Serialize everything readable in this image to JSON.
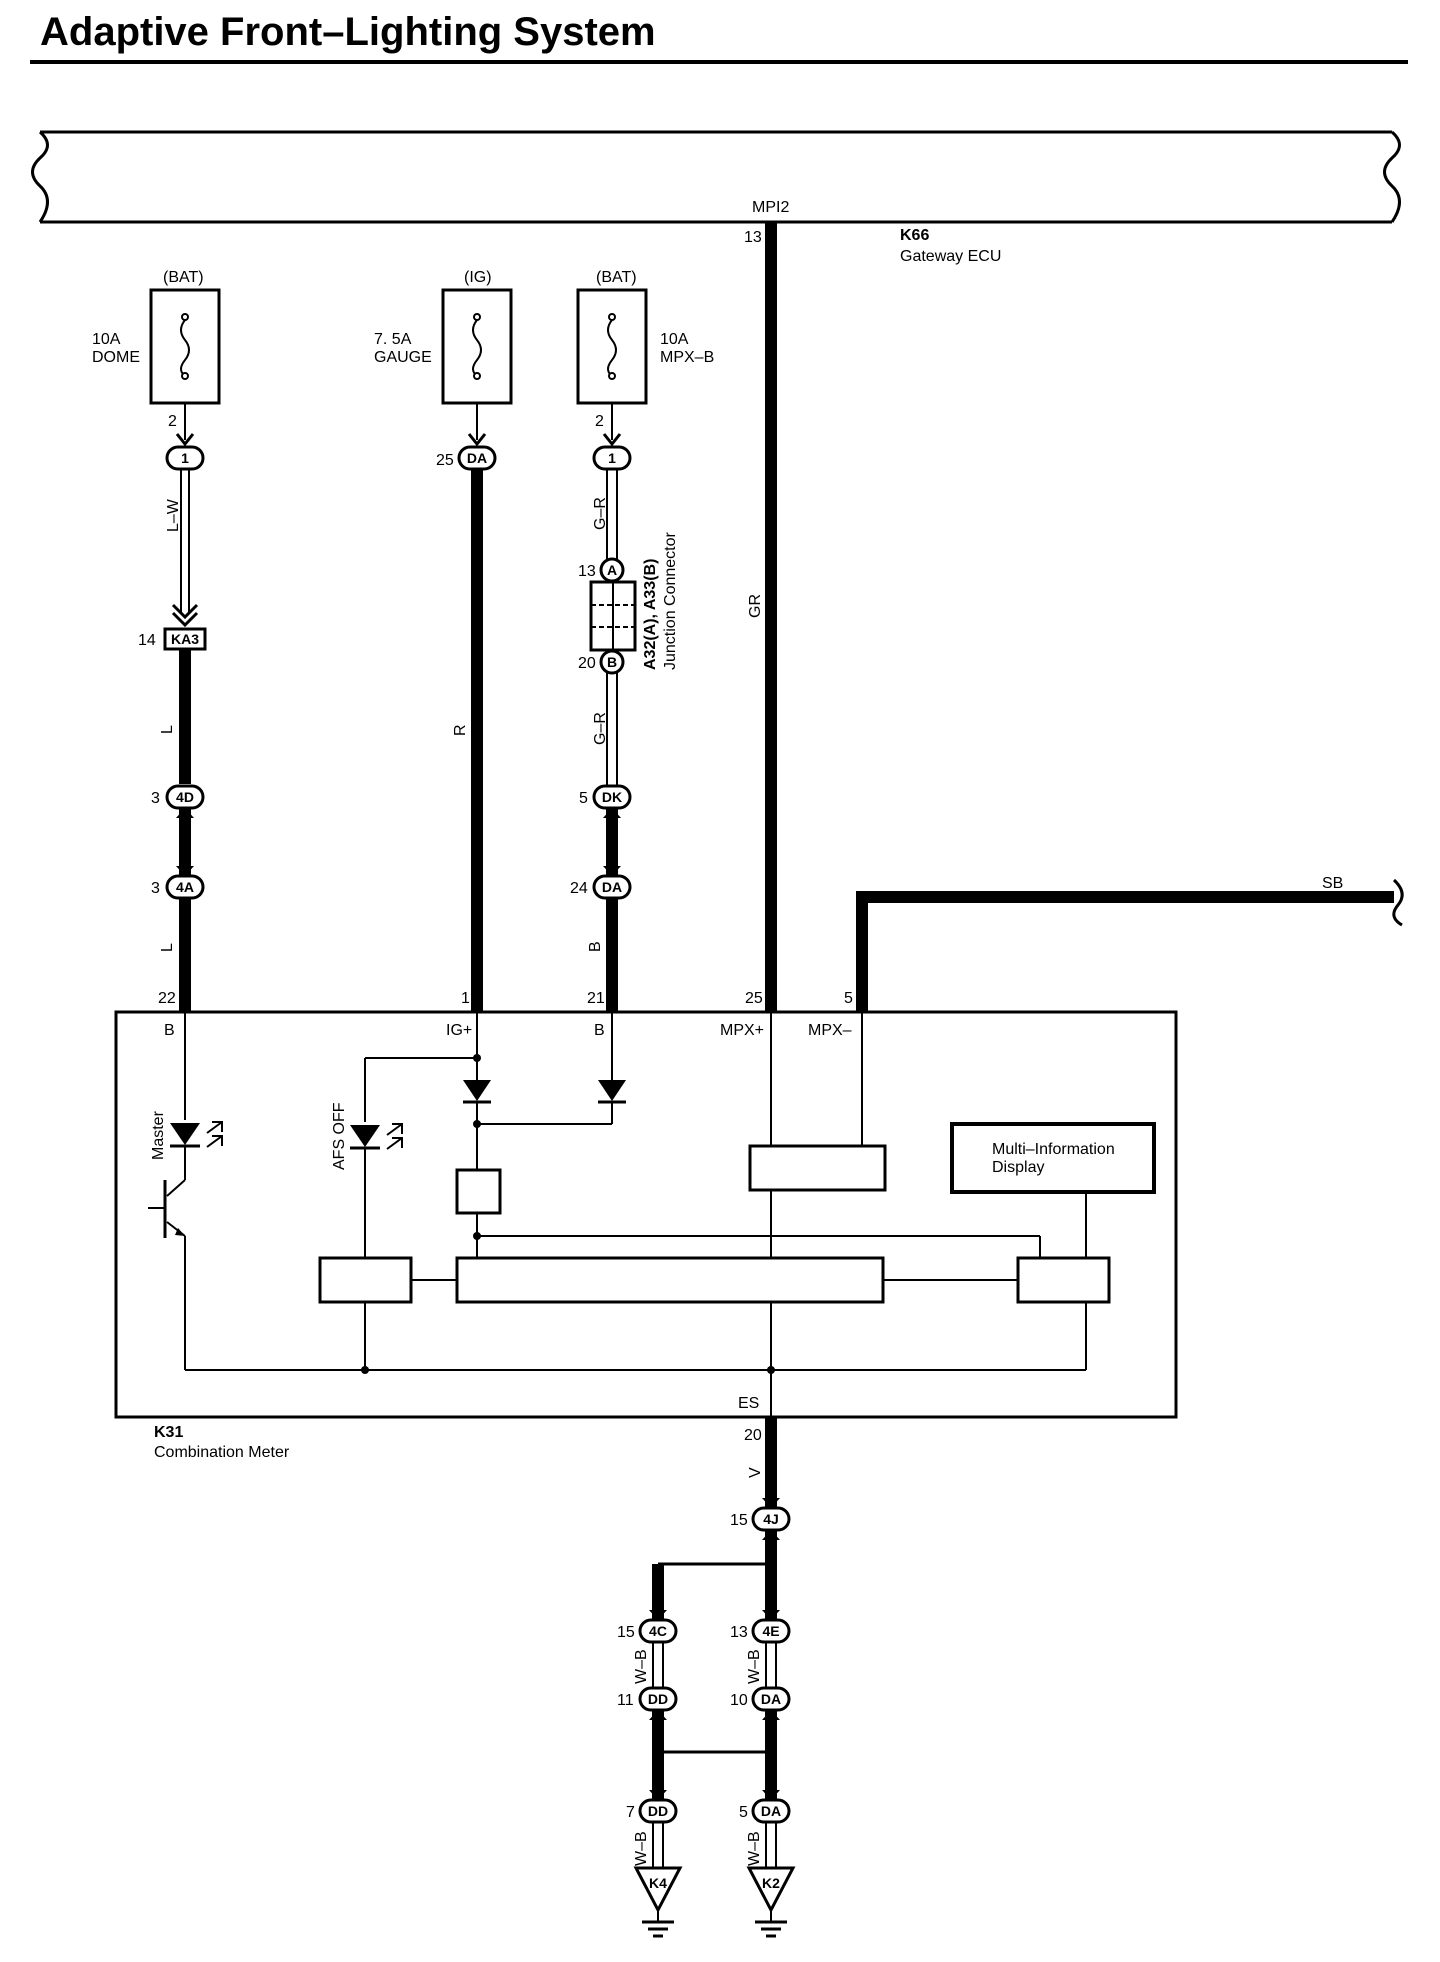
{
  "title": "Adaptive Front–Lighting System",
  "gateway": {
    "id": "K66",
    "name": "Gateway ECU",
    "mpi_label": "MPI2",
    "pin": "13",
    "wire": "GR"
  },
  "fuses": [
    {
      "source": "(BAT)",
      "rating": "10A",
      "name": "DOME",
      "pin": "2",
      "connector": "1"
    },
    {
      "source": "(IG)",
      "rating": "7. 5A",
      "name": "GAUGE",
      "pin": "25",
      "connector": "DA"
    },
    {
      "source": "(BAT)",
      "rating": "10A",
      "name": "MPX–B",
      "pin": "2",
      "connector": "1"
    }
  ],
  "wires": {
    "lw": "L–W",
    "l1": "L",
    "l2": "L",
    "r": "R",
    "gr1": "G–R",
    "gr2": "G–R",
    "b": "B",
    "v": "V",
    "sb": "SB",
    "wb1": "W–B",
    "wb2": "W–B",
    "wb3": "W–B",
    "wb4": "W–B"
  },
  "connectors": {
    "ka3": {
      "pin": "14",
      "id": "KA3"
    },
    "c4d": {
      "pin": "3",
      "id": "4D"
    },
    "c4a": {
      "pin": "3",
      "id": "4A"
    },
    "dk": {
      "pin": "5",
      "id": "DK"
    },
    "da24": {
      "pin": "24",
      "id": "DA"
    },
    "a13": {
      "pin": "13",
      "id": "A"
    },
    "b20": {
      "pin": "20",
      "id": "B"
    },
    "c4j": {
      "pin": "15",
      "id": "4J"
    },
    "c4c": {
      "pin": "15",
      "id": "4C"
    },
    "c4e": {
      "pin": "13",
      "id": "4E"
    },
    "dd11": {
      "pin": "11",
      "id": "DD"
    },
    "da10": {
      "pin": "10",
      "id": "DA"
    },
    "dd7": {
      "pin": "7",
      "id": "DD"
    },
    "da5": {
      "pin": "5",
      "id": "DA"
    }
  },
  "junction": {
    "name": "A32(A), A33(B)",
    "desc": "Junction Connector"
  },
  "meter": {
    "id": "K31",
    "name": "Combination Meter",
    "pins": [
      {
        "num": "22",
        "name": "B"
      },
      {
        "num": "1",
        "name": "IG+"
      },
      {
        "num": "21",
        "name": "B"
      },
      {
        "num": "25",
        "name": "MPX+"
      },
      {
        "num": "5",
        "name": "MPX–"
      }
    ],
    "es_name": "ES",
    "es_pin": "20",
    "master": "Master",
    "afs_off": "AFS OFF",
    "mid_line1": "Multi–Information",
    "mid_line2": "Display"
  },
  "grounds": [
    {
      "id": "K4"
    },
    {
      "id": "K2"
    }
  ]
}
